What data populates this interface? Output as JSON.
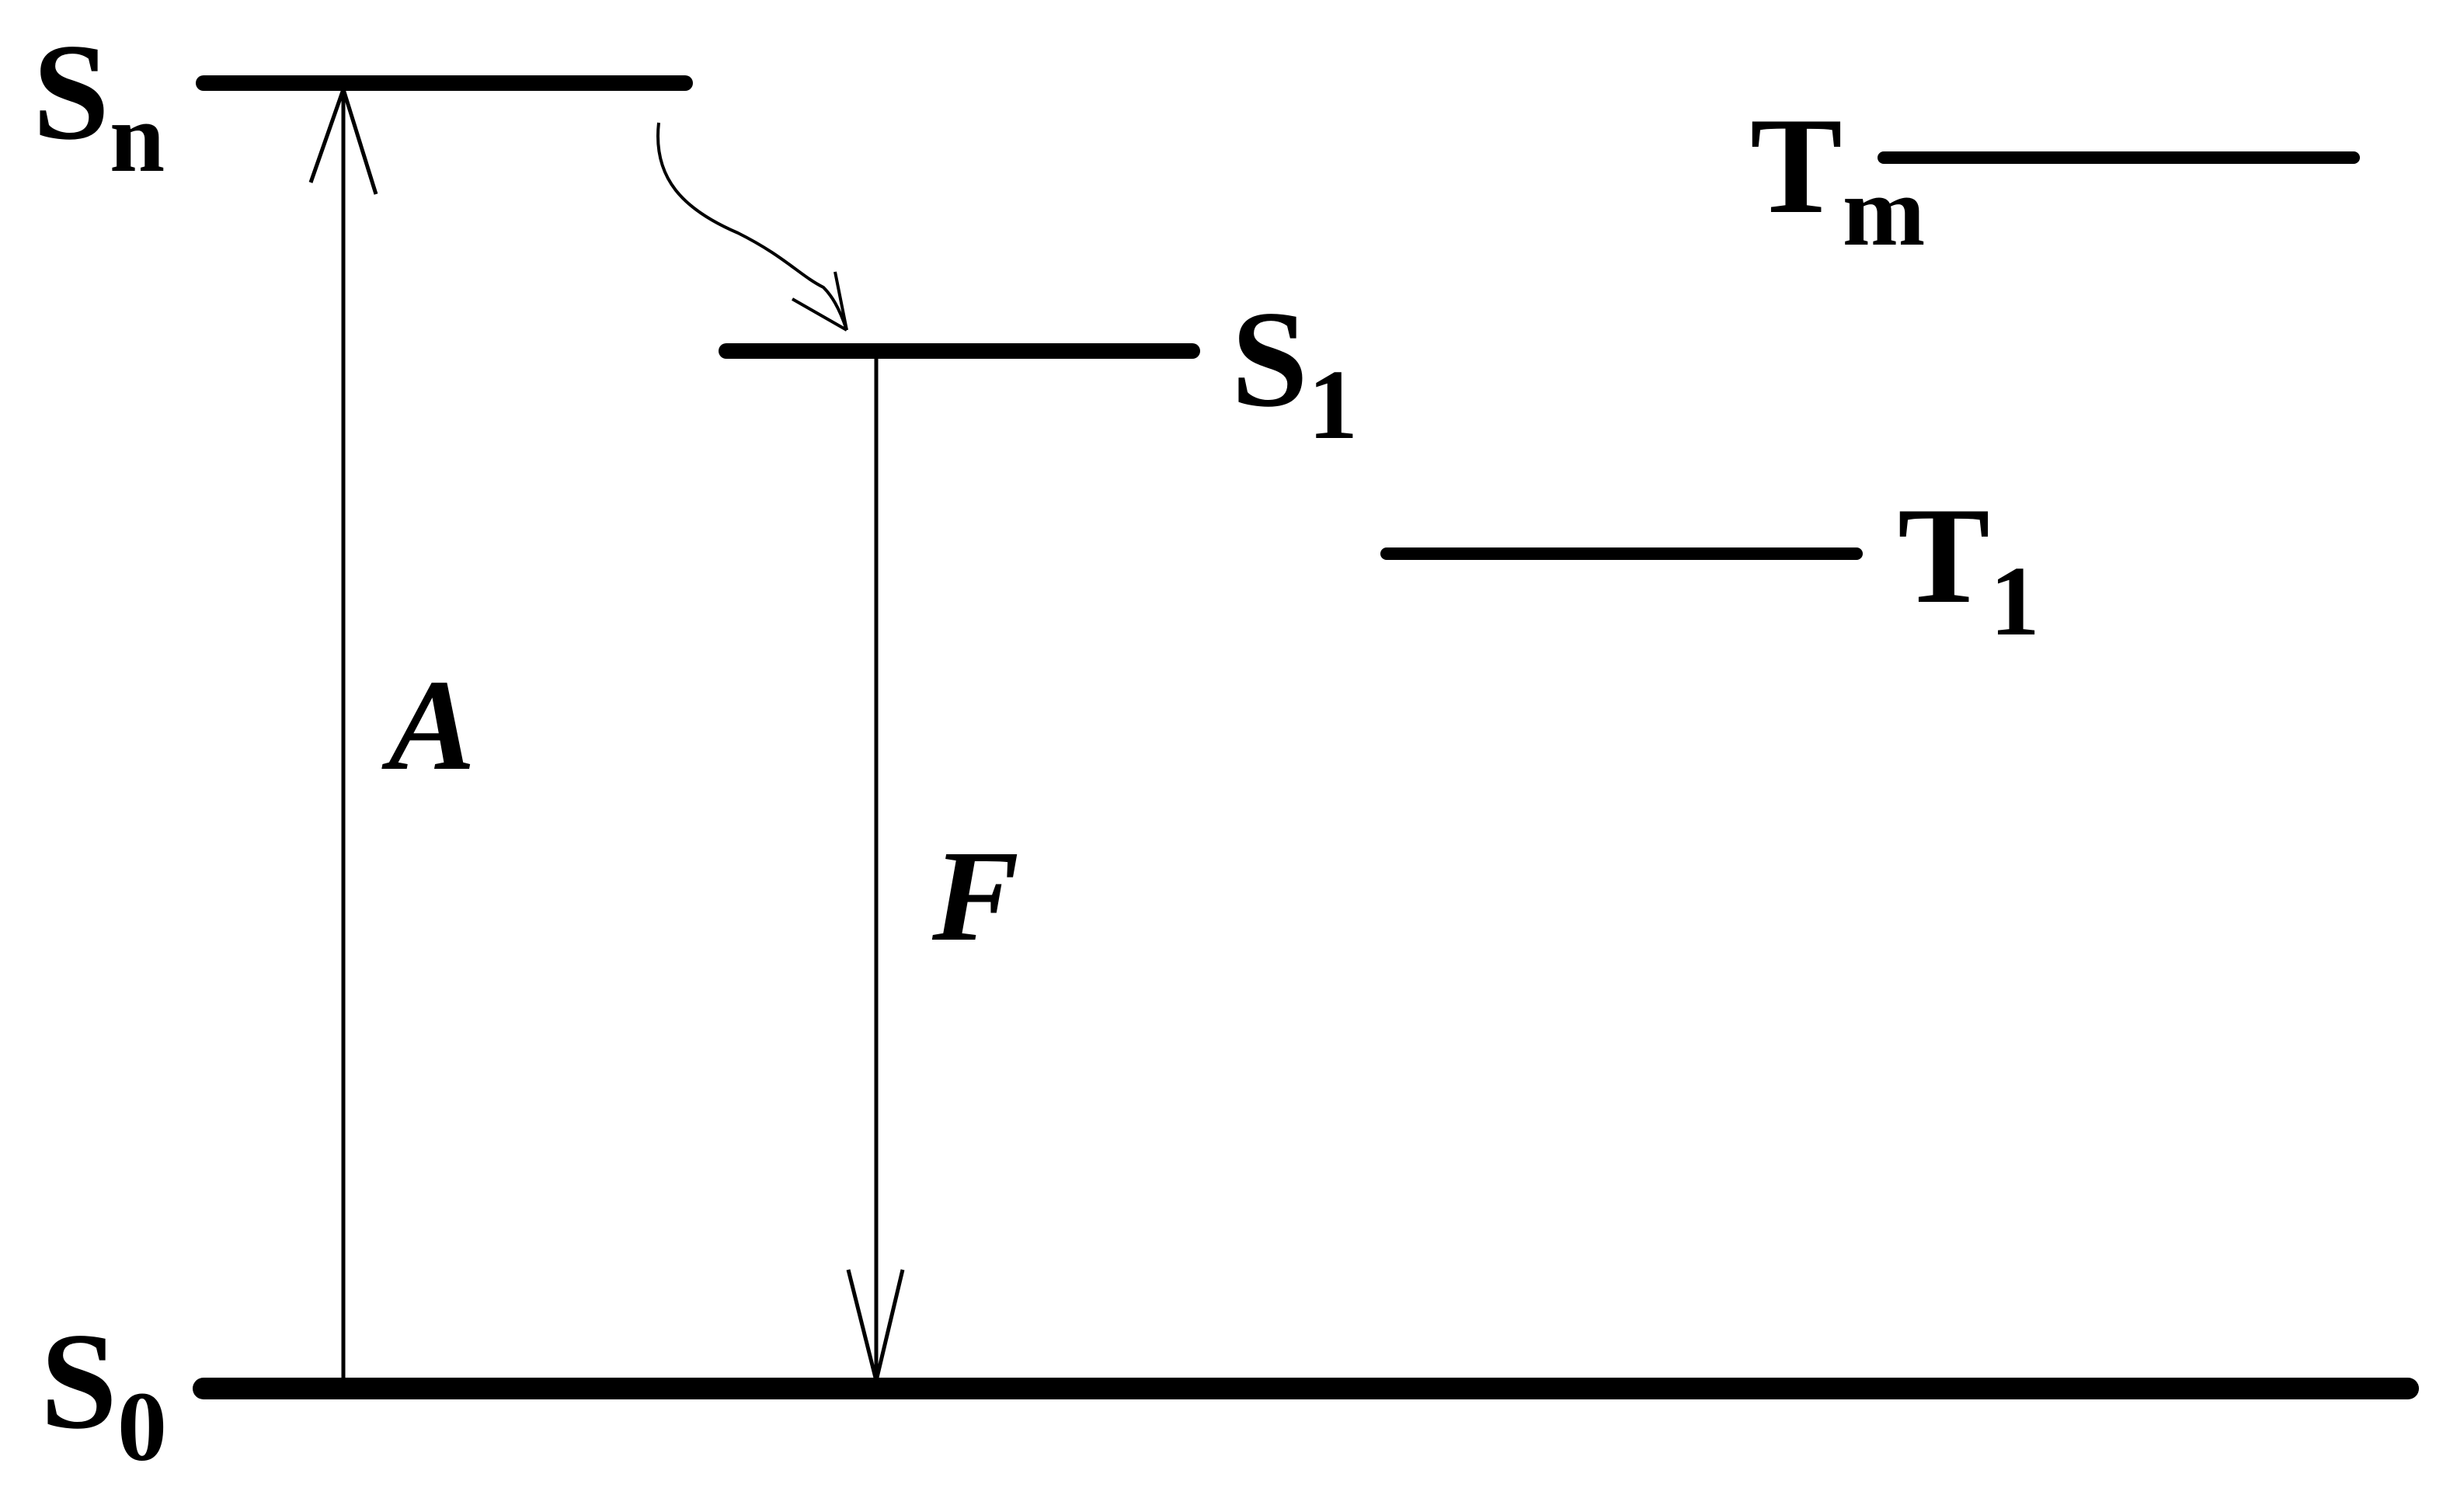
{
  "levels": {
    "s0": {
      "main": "S",
      "sub": "0"
    },
    "sn": {
      "main": "S",
      "sub": "n"
    },
    "s1": {
      "main": "S",
      "sub": "1"
    },
    "t1": {
      "main": "T",
      "sub": "1"
    },
    "tm": {
      "main": "T",
      "sub": "m"
    }
  },
  "transitions": {
    "absorption": "A",
    "fluorescence": "F"
  }
}
